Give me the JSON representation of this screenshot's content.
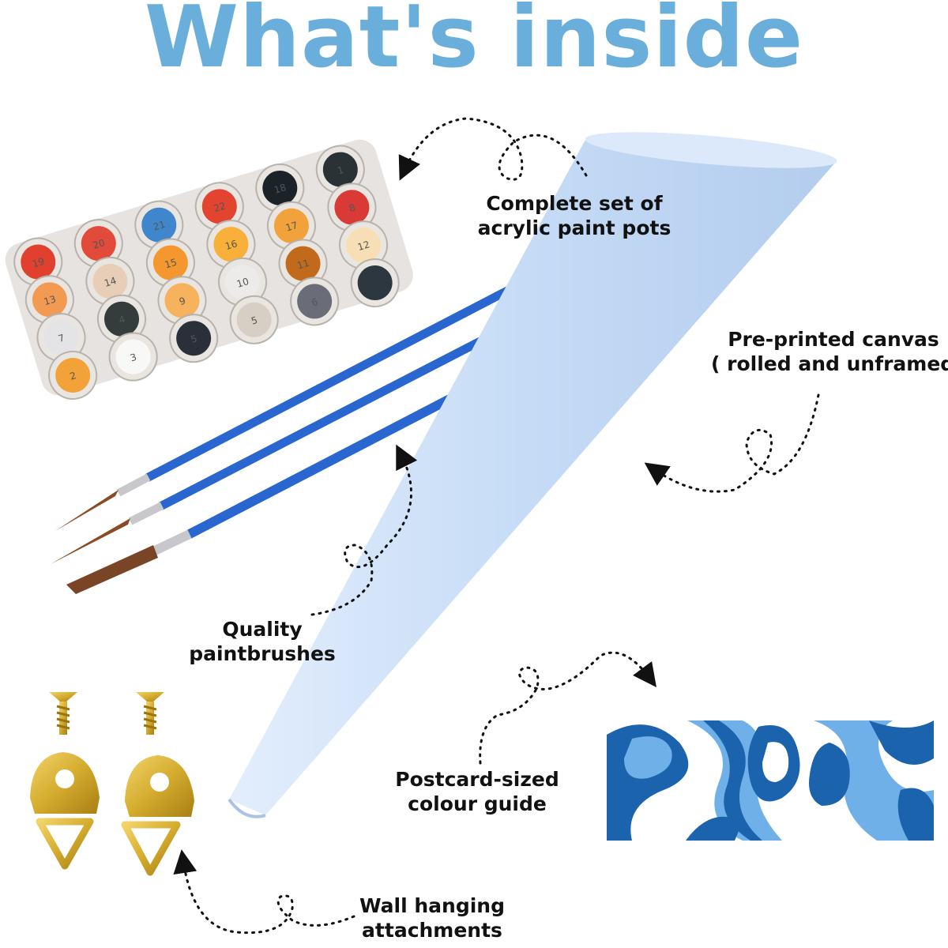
{
  "title": "What's inside",
  "colors": {
    "title": "#6aaedb",
    "canvas_roll": "#c7dcf7",
    "brush_handle": "#2f6fd6",
    "hardware_gold": "#d4ac2e",
    "guide_dark": "#1b63ad",
    "guide_light": "#6fb0e8"
  },
  "labels": {
    "paint_pots": [
      "Complete set of",
      "acrylic paint pots"
    ],
    "canvas": [
      "Pre-printed canvas",
      "( rolled and unframed )"
    ],
    "brushes": [
      "Quality",
      "paintbrushes"
    ],
    "colour_guide": [
      "Postcard-sized",
      "colour guide"
    ],
    "wall_hanging": [
      "Wall hanging",
      "attachments"
    ]
  },
  "paint_pots": [
    {
      "number": "19",
      "color": "#e2402f"
    },
    {
      "number": "20",
      "color": "#e24a3a"
    },
    {
      "number": "21",
      "color": "#3f86cc"
    },
    {
      "number": "22",
      "color": "#e2442f"
    },
    {
      "number": "18",
      "color": "#1c2328"
    },
    {
      "number": "1",
      "color": "#2b3236"
    },
    {
      "number": "13",
      "color": "#f39a52"
    },
    {
      "number": "14",
      "color": "#e8cdb7"
    },
    {
      "number": "15",
      "color": "#f4972f"
    },
    {
      "number": "16",
      "color": "#f8b03a"
    },
    {
      "number": "17",
      "color": "#f2a23a"
    },
    {
      "number": "8",
      "color": "#d93a36"
    },
    {
      "number": "7",
      "color": "#e4e4e6"
    },
    {
      "number": "4",
      "color": "#353c3c"
    },
    {
      "number": "9",
      "color": "#f6b25c"
    },
    {
      "number": "10",
      "color": "#ecebea"
    },
    {
      "number": "11",
      "color": "#c26a1c"
    },
    {
      "number": "12",
      "color": "#f8deb4"
    },
    {
      "number": "2",
      "color": "#f2a238"
    },
    {
      "number": "3",
      "color": "#f8f8f6"
    },
    {
      "number": "5",
      "color": "#2b2f3a"
    },
    {
      "number": "5",
      "color": "#d8cfc4"
    },
    {
      "number": "6",
      "color": "#6a6d78"
    },
    {
      "number": "",
      "color": "#2d3740"
    }
  ]
}
